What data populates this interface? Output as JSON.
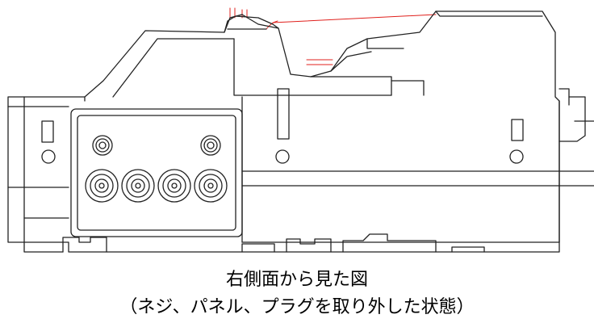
{
  "caption": {
    "title": "右側面から見た図",
    "note": "（ネジ、パネル、プラグを取り外した状態）"
  },
  "colors": {
    "outline": "#222222",
    "dimension_lines": "#e0201c",
    "background": "#ffffff"
  },
  "diagram": {
    "view": "right-side-elevation",
    "connector_panel": {
      "small_ports": 2,
      "large_ports": 4
    }
  }
}
